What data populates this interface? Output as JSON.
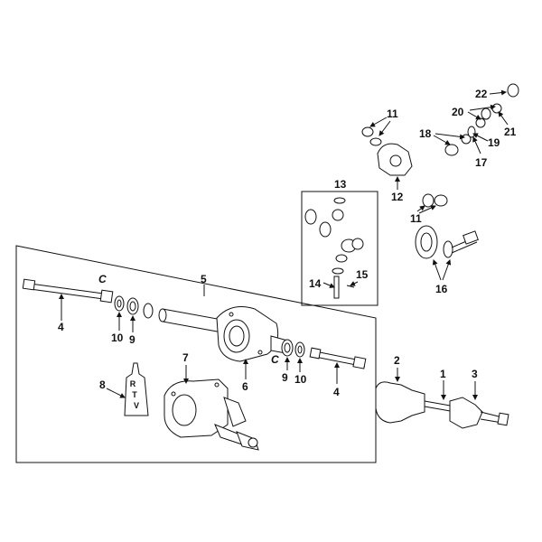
{
  "diagram": {
    "callouts": {
      "c1": "1",
      "c2": "2",
      "c3": "3",
      "c4a": "4",
      "c4b": "4",
      "c5": "5",
      "c6": "6",
      "c7": "7",
      "c8": "8",
      "c9a": "9",
      "c9b": "9",
      "c10a": "10",
      "c10b": "10",
      "c11a": "11",
      "c11b": "11",
      "c12": "12",
      "c13": "13",
      "c14": "14",
      "c15": "15",
      "c16": "16",
      "c17": "17",
      "c18": "18",
      "c19": "19",
      "c20": "20",
      "c21": "21",
      "c22": "22"
    },
    "rtv_label": "RTV"
  },
  "colors": {
    "ink": "#111111",
    "background": "#ffffff"
  }
}
